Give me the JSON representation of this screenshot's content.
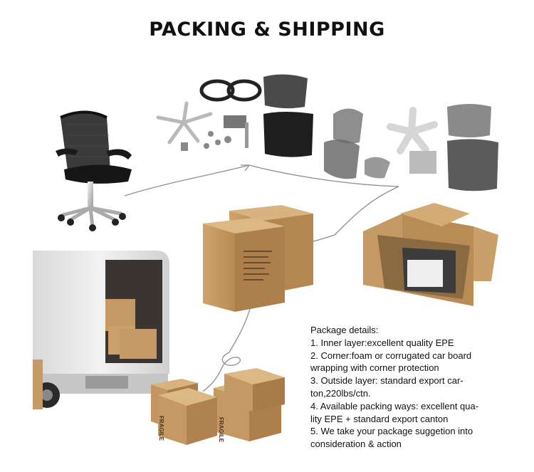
{
  "page": {
    "title": "PACKING & SHIPPING"
  },
  "details": {
    "lines": [
      "Package details:",
      "1. Inner layer:excellent quality EPE",
      "2. Corner:foam or corrugated car board",
      "wrapping with corner protection",
      "3. Outside layer: standard export  car-",
      "ton,220lbs/ctn.",
      "4. Available packing ways: excellent qua-",
      "lity EPE + standard export canton",
      "5. We take your package suggetion into",
      "consideration & action"
    ]
  },
  "labels": {
    "fragile": "FRAGILE"
  },
  "colors": {
    "cardboard": "#c79a62",
    "cardboard_dark": "#a97d48",
    "truck": "#e8e8e8",
    "chair": "#1c1c1c",
    "chrome": "#c8c8c8",
    "line": "#8e8e8e"
  },
  "icons": [
    "office-chair-image",
    "chair-parts-image",
    "wrapped-parts-image",
    "carton-boxes-image",
    "open-box-image",
    "delivery-truck-image"
  ]
}
